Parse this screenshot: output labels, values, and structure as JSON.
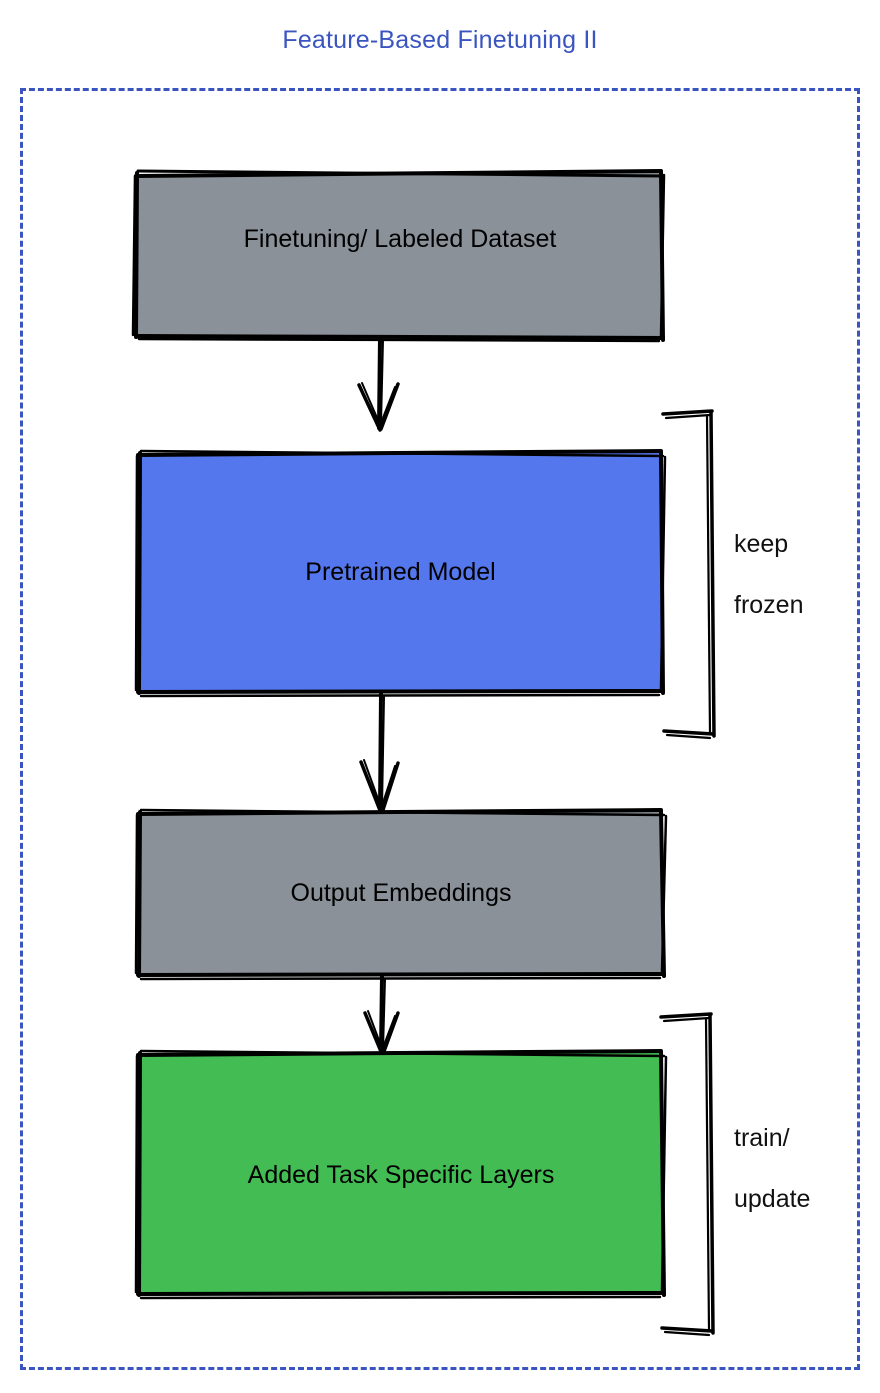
{
  "title": "Feature-Based Finetuning II",
  "colors": {
    "title": "#3a55c0",
    "frame_border": "#3a55c0",
    "gray_fill": "#8a9199",
    "blue_fill": "#5577ee",
    "green_fill": "#43bd53",
    "stroke": "#000000",
    "text": "#000000",
    "background": "#ffffff"
  },
  "nodes": [
    {
      "id": "dataset",
      "label": "Finetuning/ Labeled Dataset",
      "fill": "#8a9199"
    },
    {
      "id": "pretrained-model",
      "label": "Pretrained Model",
      "fill": "#5577ee"
    },
    {
      "id": "output-embeddings",
      "label": "Output Embeddings",
      "fill": "#8a9199"
    },
    {
      "id": "task-layers",
      "label": "Added Task Specific Layers",
      "fill": "#43bd53"
    }
  ],
  "annotations": [
    {
      "id": "keep-frozen",
      "line1": "keep",
      "line2": "frozen"
    },
    {
      "id": "train-update",
      "line1": "train/",
      "line2": "update"
    }
  ],
  "edges": [
    {
      "from": "dataset",
      "to": "pretrained-model"
    },
    {
      "from": "pretrained-model",
      "to": "output-embeddings"
    },
    {
      "from": "output-embeddings",
      "to": "task-layers"
    }
  ]
}
